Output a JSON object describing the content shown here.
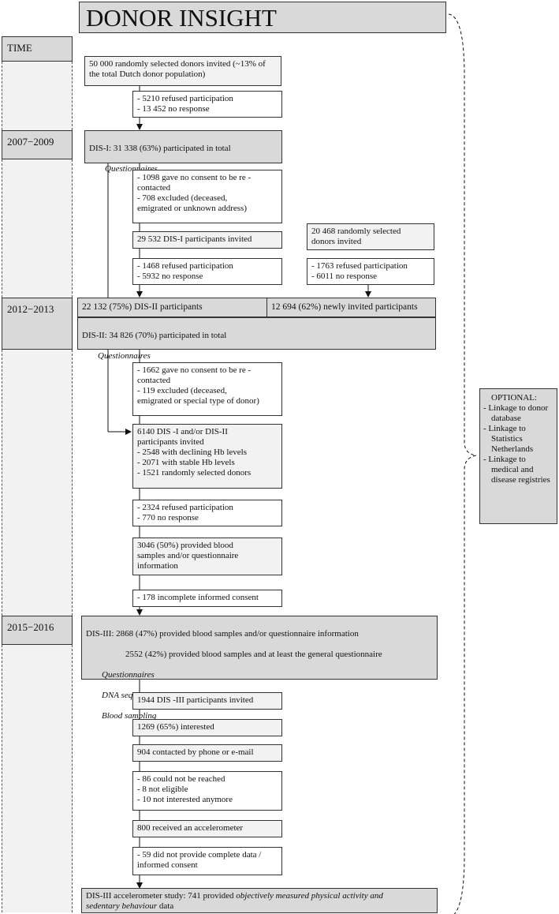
{
  "title": "DONOR INSIGHT",
  "timeline": {
    "header": "TIME",
    "periods": [
      "2007−2009",
      "2012−2013",
      "2015−2016"
    ]
  },
  "boxes": {
    "invited": "50 000 randomly selected donors invited (~13% of\nthe total Dutch donor population)",
    "refused1": "- 5210 refused participation\n- 13 452 no response",
    "dis1": "DIS-I: 31 338 (63%) participated in total",
    "dis1_sub": "Questionnaires",
    "excl1": "- 1098 gave no consent to be re - \ncontacted\n- 708 excluded (deceased, \nemigrated or unknown address)",
    "invited1": "29 532 DIS-I participants invited",
    "new_invited": "20 468 randomly selected\ndonors invited",
    "refused2": "- 1468 refused participation\n- 5932 no response",
    "refused3": "- 1763 refused participation\n- 6011 no response",
    "dis2_part": "22 132 (75%) DIS-II participants",
    "new_part": "12 694 (62%) newly invited participants",
    "dis2": "DIS-II: 34 826 (70%) participated in total",
    "dis2_sub": "Questionnaires",
    "excl2": "- 1662 gave no consent to be re - \ncontacted\n- 119 excluded (deceased, \nemigrated or special type of donor)",
    "invited3": "6140 DIS -I and/or DIS-II \nparticipants invited\n- 2548 with declining Hb levels\n- 2071 with stable Hb levels\n- 1521 randomly selected donors",
    "refused4": "- 2324 refused participation\n- 770 no response",
    "provided": "3046 (50%) provided blood \nsamples and/or questionnaire \ninformation",
    "incomplete": "- 178 incomplete informed consent",
    "dis3_line1": "DIS-III: 2868 (47%) provided blood samples and/or questionnaire information",
    "dis3_line2": "2552 (42%) provided blood samples and at least the general questionnaire",
    "dis3_sub1": "Questionnaires",
    "dis3_sub2": "DNA sequencing",
    "dis3_sub3": "Blood sampling",
    "invited4": "1944 DIS -III participants invited",
    "interested": "1269 (65%) interested",
    "contacted": "904 contacted by phone or e-mail",
    "notreached": "- 86 could not be reached\n- 8 not eligible\n- 10 not interested anymore",
    "accel": "800 received an accelerometer",
    "incomplete2": "- 59 did not provide complete data / \ninformed consent",
    "final_a": "DIS-III accelerometer study: 741 provided ",
    "final_b": "objectively measured physical activity and\nsedentary behaviour",
    "final_c": " data"
  },
  "optional": {
    "heading": "OPTIONAL:",
    "items": [
      "Linkage to donor database",
      "Linkage to Statistics Netherlands",
      "Linkage to medical and disease registries"
    ]
  },
  "colors": {
    "dark_box": "#d9d9d9",
    "light_box": "#f2f2f2",
    "border": "#333333"
  }
}
